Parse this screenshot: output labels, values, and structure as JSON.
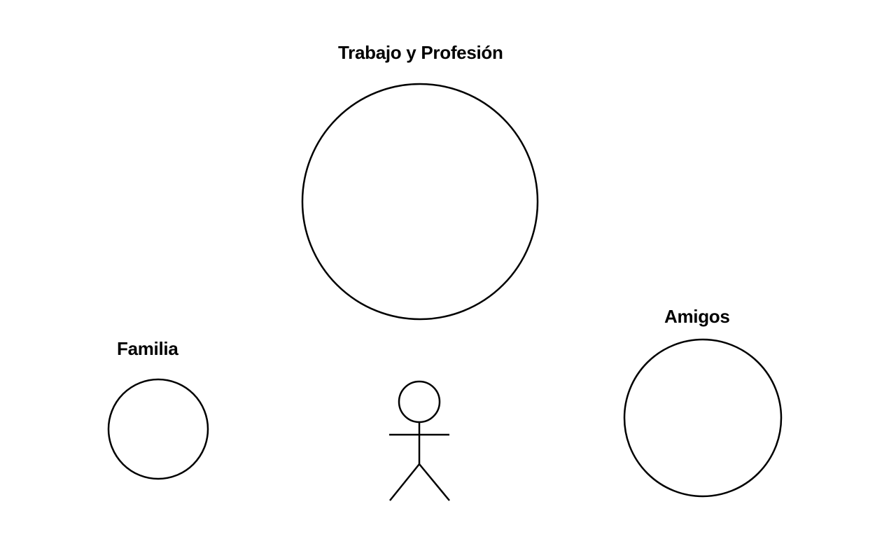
{
  "diagram": {
    "circles": {
      "work": {
        "label": "Trabajo y Profesión"
      },
      "family": {
        "label": "Familia"
      },
      "friends": {
        "label": "Amigos"
      }
    },
    "figure": {
      "icon": "person-stick-figure-icon"
    },
    "colors": {
      "stroke": "#000000",
      "background": "#ffffff",
      "text": "#000000"
    }
  }
}
